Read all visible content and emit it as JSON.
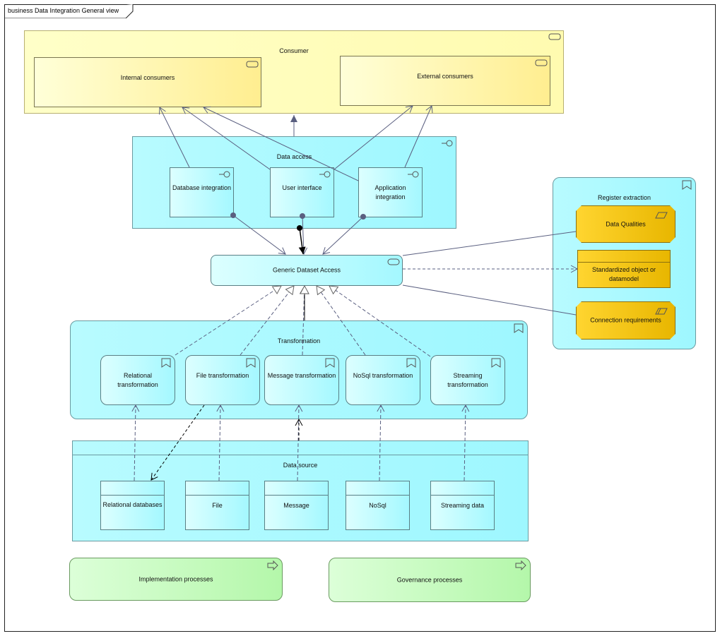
{
  "frame": {
    "title": "business Data Integration General view"
  },
  "consumer": {
    "title": "Consumer",
    "internal": "Internal consumers",
    "external": "External consumers"
  },
  "data_access": {
    "title": "Data access",
    "database_integration": "Database integration",
    "user_interface": "User interface",
    "application_integration": "Application integration"
  },
  "generic_dataset_access": "Generic Dataset Access",
  "register_extraction": {
    "title": "Register extraction",
    "data_qualities": "Data Qualities",
    "standardized_model": "Standardized object or datamodel",
    "connection_requirements": "Connection requirements"
  },
  "transformation": {
    "title": "Transformation",
    "relational": "Relational transformation",
    "file": "File transformation",
    "message": "Message transformation",
    "nosql": "NoSql transformation",
    "streaming": "Streaming transformation"
  },
  "data_source": {
    "title": "Data source",
    "relational_databases": "Relational databases",
    "file": "File",
    "message": "Message",
    "nosql": "NoSql",
    "streaming_data": "Streaming data"
  },
  "processes": {
    "implementation": "Implementation processes",
    "governance": "Governance processes"
  },
  "colors": {
    "consumer_fill": "#fffbb0",
    "access_fill": "#a4f8ff",
    "register_fill": "#ffd530",
    "process_fill": "#b4f7aa",
    "edge": "#5a5f80"
  }
}
